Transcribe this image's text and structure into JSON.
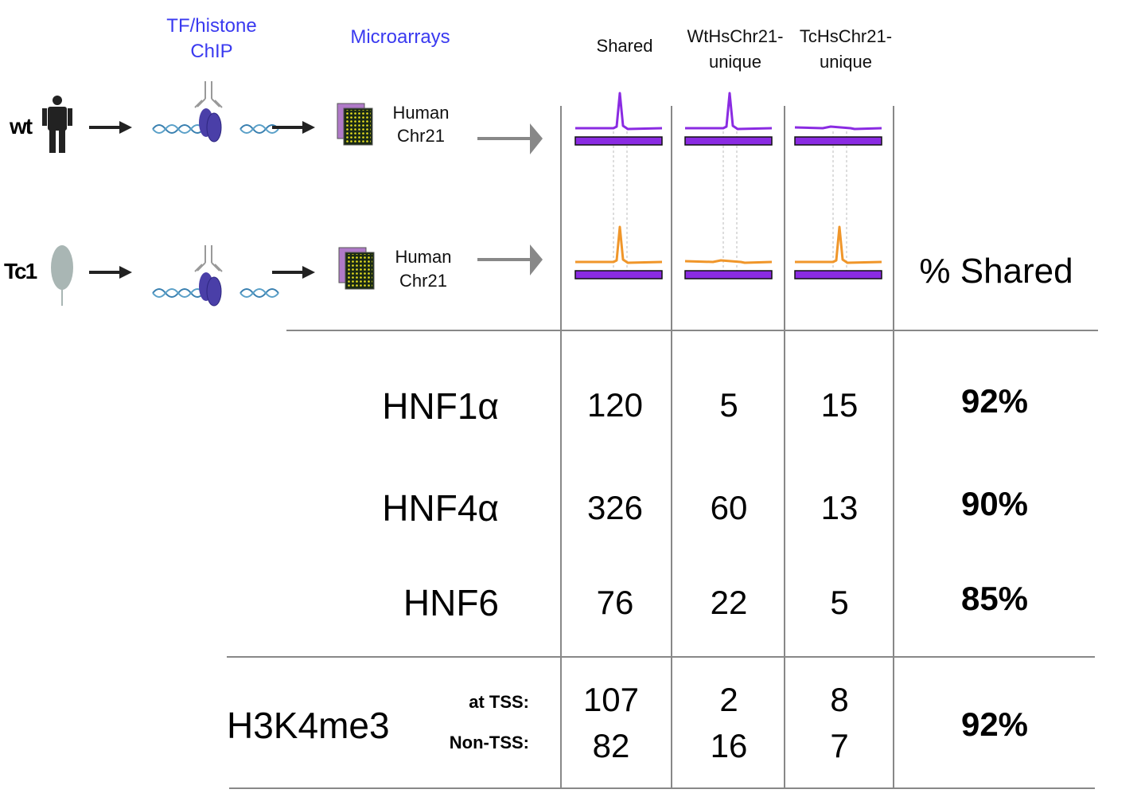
{
  "steps": {
    "chip": [
      "TF/histone",
      "ChIP"
    ],
    "microarrays": "Microarrays"
  },
  "samples": [
    {
      "label": "wt",
      "array_label": [
        "Human",
        "Chr21"
      ]
    },
    {
      "label": "Tc1",
      "array_label": [
        "Human",
        "Chr21"
      ]
    }
  ],
  "columns": {
    "shared": "Shared",
    "wt_unique": [
      "WtHsChr21-",
      "unique"
    ],
    "tc_unique": [
      "TcHsChr21-",
      "unique"
    ],
    "percent": "% Shared"
  },
  "rows": [
    {
      "factor": "HNF1α",
      "shared": "120",
      "wt_unique": "5",
      "tc_unique": "15",
      "percent": "92%"
    },
    {
      "factor": "HNF4α",
      "shared": "326",
      "wt_unique": "60",
      "tc_unique": "13",
      "percent": "90%"
    },
    {
      "factor": "HNF6",
      "shared": "76",
      "wt_unique": "22",
      "tc_unique": "5",
      "percent": "85%"
    }
  ],
  "h3k4me3": {
    "label": "H3K4me3",
    "sub_labels": [
      "at TSS:",
      "Non-TSS:"
    ],
    "shared": [
      "107",
      "82"
    ],
    "wt_unique": [
      "2",
      "16"
    ],
    "tc_unique": [
      "8",
      "7"
    ],
    "percent": "92%"
  },
  "colors": {
    "wt_trace": "#8a2be2",
    "tc1_trace": "#f0962a",
    "bar": "#8a2be2",
    "title_blue": "#3a3af0"
  }
}
